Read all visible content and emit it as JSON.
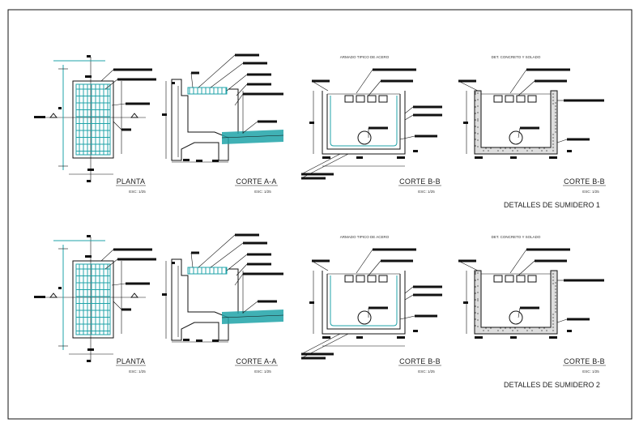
{
  "sections": [
    {
      "title": "DETALLES DE SUMIDERO 1",
      "views": [
        {
          "label": "PLANTA",
          "scale": "ESC: 1/25"
        },
        {
          "label": "CORTE A-A",
          "scale": "ESC: 1/25"
        },
        {
          "label": "CORTE B-B",
          "scale": "ESC: 1/25",
          "header": "ARMADO TIPICO DE ACERO"
        },
        {
          "label": "CORTE B-B",
          "scale": "ESC: 1/25",
          "header": "DET. CONCRETO Y SOLADO"
        }
      ]
    },
    {
      "title": "DETALLES DE SUMIDERO 2",
      "views": [
        {
          "label": "PLANTA",
          "scale": "ESC: 1/25"
        },
        {
          "label": "CORTE A-A",
          "scale": "ESC: 1/25"
        },
        {
          "label": "CORTE B-B",
          "scale": "ESC: 1/25",
          "header": "ARMADO TIPICO DE ACERO"
        },
        {
          "label": "CORTE B-B",
          "scale": "ESC: 1/25",
          "header": "DET. CONCRETO Y SOLADO"
        }
      ]
    }
  ],
  "colors": {
    "rebar": "#1fa3a8",
    "line": "#111111"
  }
}
